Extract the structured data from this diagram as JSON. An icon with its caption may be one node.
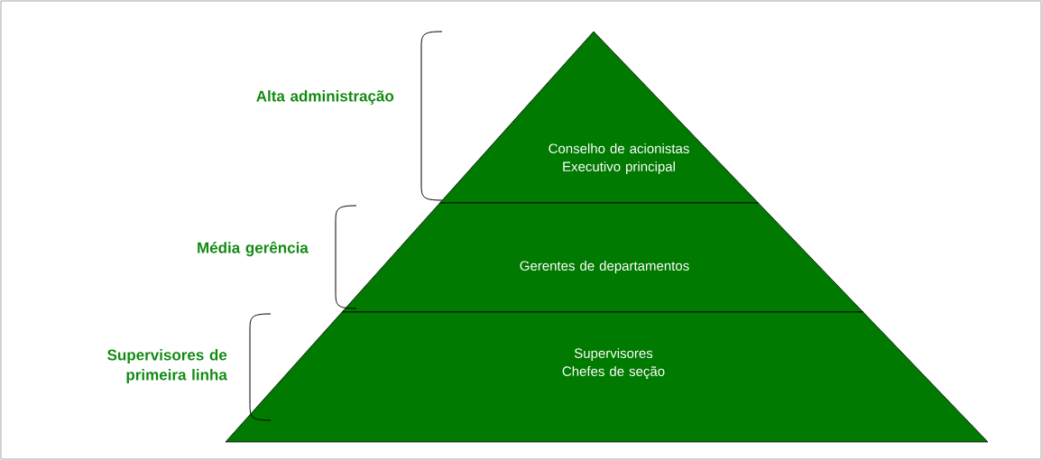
{
  "diagram": {
    "nodes": [
      {
        "text": [
          "Conselho de acionistas",
          "Executivo principal"
        ],
        "beside": [
          "Alta administração"
        ]
      },
      {
        "text": [
          "Gerentes de departamentos"
        ],
        "beside": [
          "Média gerência"
        ]
      },
      {
        "text": [
          "Supervisores",
          "Chefes de seção"
        ],
        "beside": [
          "Supervisores de primeira linha"
        ]
      }
    ]
  }
}
